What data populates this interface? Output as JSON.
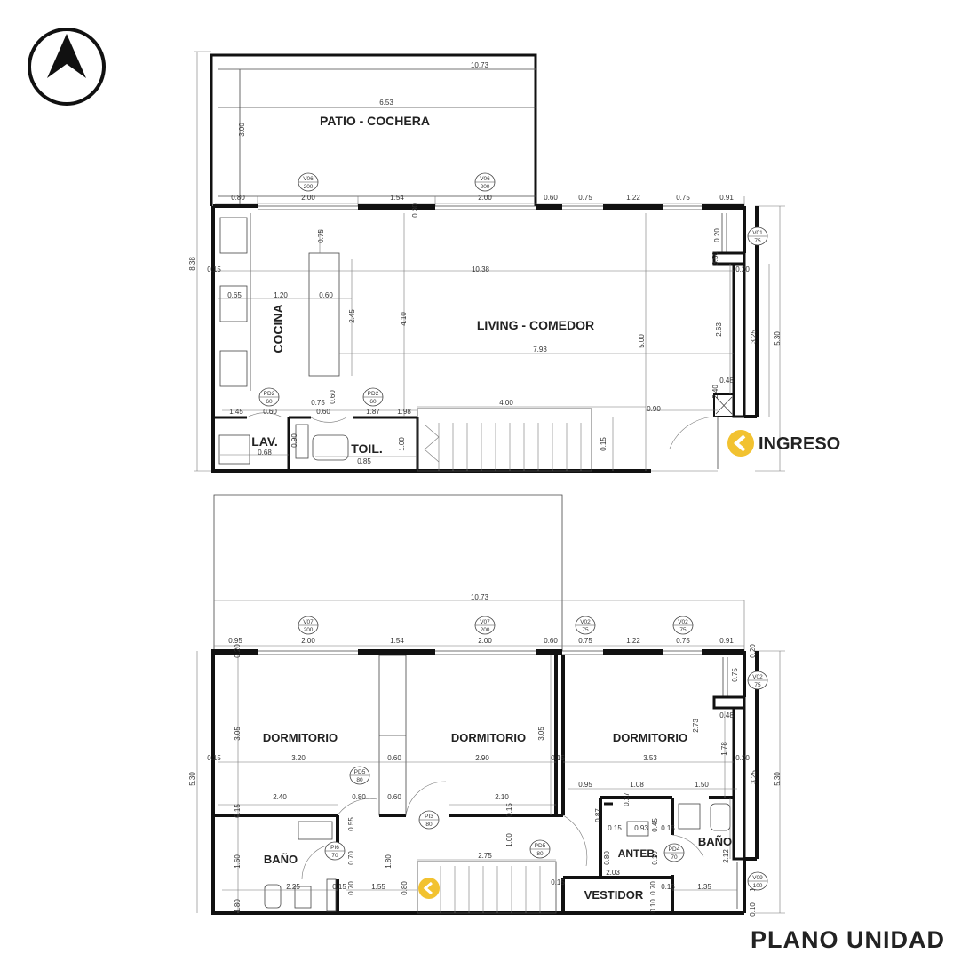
{
  "title": "PLANO UNIDAD",
  "ground_floor": {
    "rooms": {
      "patio": "PATIO - COCHERA",
      "kitchen": "COCINA",
      "living": "LIVING - COMEDOR",
      "laundry": "LAV.",
      "toilet": "TOIL."
    },
    "entrance_label": "INGRESO",
    "dimensions": [
      "10.73",
      "6.53",
      "3.00",
      "8.38",
      "0.80",
      "2.00",
      "1.54",
      "2.00",
      "0.60",
      "0.75",
      "1.22",
      "0.75",
      "0.91",
      "0.75",
      "0.15",
      "10.38",
      "0.65",
      "1.20",
      "0.60",
      "2.45",
      "4.10",
      "7.93",
      "5.00",
      "2.63",
      "3.25",
      "5.30",
      "0.48",
      "0.20",
      "0.30",
      "0.20",
      "3.50",
      "2.40",
      "4.00",
      "0.90",
      "0.75",
      "0.60",
      "1.45",
      "0.60",
      "0.60",
      "1.87",
      "1.98",
      "0.68",
      "0.85",
      "0.90",
      "1.00",
      "0.15"
    ],
    "tags": [
      {
        "id": "V06",
        "size": "200"
      },
      {
        "id": "V06",
        "size": "200"
      },
      {
        "id": "V01",
        "size": "75"
      },
      {
        "id": "PD2",
        "size": "60"
      },
      {
        "id": "PD2",
        "size": "60"
      }
    ]
  },
  "upper_floor": {
    "rooms": {
      "bed1": "DORMITORIO",
      "bed2": "DORMITORIO",
      "bed3": "DORMITORIO",
      "bath1": "BAÑO",
      "bath2": "BAÑO",
      "anteb": "ANTEB.",
      "vestidor": "VESTIDOR"
    },
    "dimensions": [
      "10.73",
      "0.95",
      "2.00",
      "1.54",
      "2.00",
      "0.60",
      "0.75",
      "1.22",
      "0.75",
      "0.91",
      "0.20",
      "0.20",
      "0.75",
      "3.05",
      "3.05",
      "2.73",
      "5.30",
      "5.30",
      "0.15",
      "3.20",
      "0.60",
      "2.90",
      "0.15",
      "3.53",
      "0.20",
      "1.78",
      "3.25",
      "0.48",
      "2.40",
      "0.80",
      "0.60",
      "2.10",
      "0.95",
      "1.08",
      "1.50",
      "0.15",
      "0.55",
      "0.70",
      "1.80",
      "1.60",
      "2.25",
      "0.15",
      "0.70",
      "1.55",
      "0.80",
      "1.80",
      "2.75",
      "1.00",
      "0.15",
      "0.87",
      "0.27",
      "0.15",
      "0.93",
      "0.45",
      "0.15",
      "0.80",
      "2.03",
      "0.70",
      "0.15",
      "1.35",
      "2.12",
      "1.00",
      "0.10",
      "0.10",
      "0.15",
      "0.10"
    ],
    "tags": [
      {
        "id": "V07",
        "size": "200"
      },
      {
        "id": "V07",
        "size": "200"
      },
      {
        "id": "V02",
        "size": "75"
      },
      {
        "id": "V02",
        "size": "75"
      },
      {
        "id": "V02",
        "size": "75"
      },
      {
        "id": "PD5",
        "size": "80"
      },
      {
        "id": "PI3",
        "size": "80"
      },
      {
        "id": "PD5",
        "size": "80"
      },
      {
        "id": "PI6",
        "size": "70"
      },
      {
        "id": "PD4",
        "size": "70"
      },
      {
        "id": "V09",
        "size": "100"
      }
    ]
  },
  "colors": {
    "accent": "#f2c230",
    "wall": "#111111",
    "line": "#444444"
  },
  "icons": [
    "north-arrow-icon",
    "entrance-chevron-icon"
  ]
}
